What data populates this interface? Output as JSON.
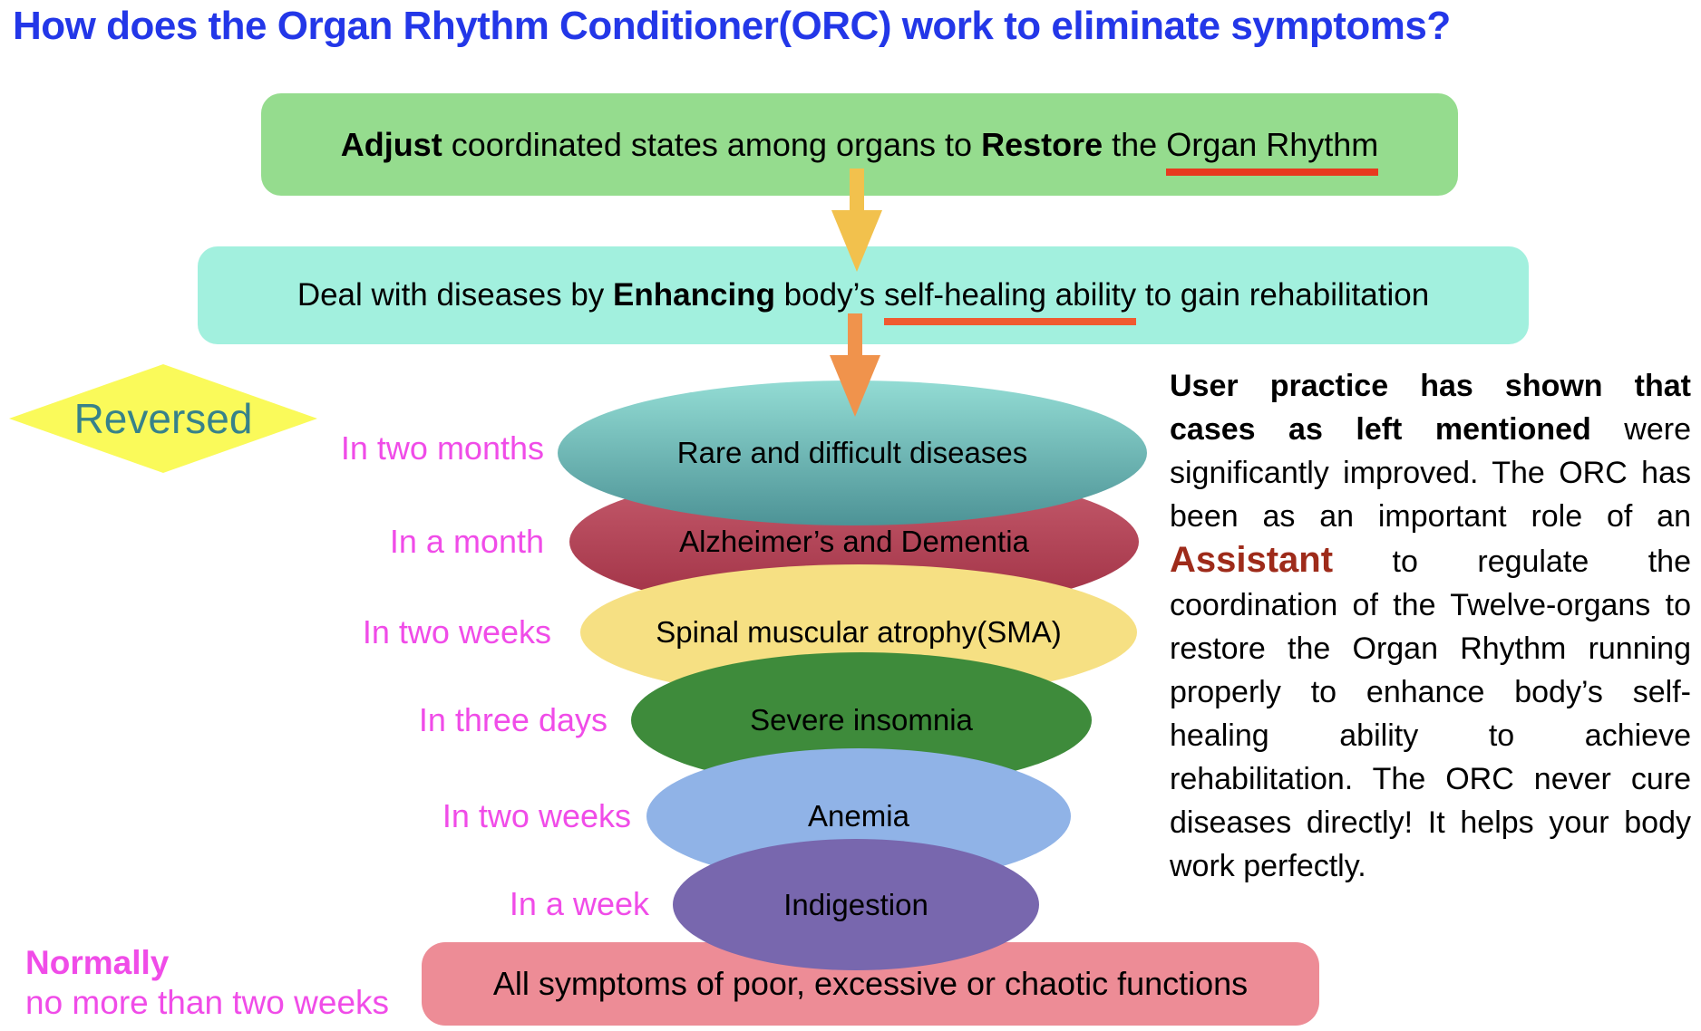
{
  "title": {
    "text": "How does the Organ Rhythm Conditioner(ORC) work to eliminate symptoms?"
  },
  "flow_boxes": {
    "adjust": {
      "bold1": "Adjust",
      "text1": " coordinated states among organs to ",
      "bold2": "Restore",
      "text2": " the ",
      "underlined": "Organ Rhythm"
    },
    "enhance": {
      "text1": "Deal with diseases by ",
      "bold1": "Enhancing",
      "text2": " body’s ",
      "underlined": "self-healing ability",
      "text3": " to gain rehabilitation"
    }
  },
  "reversed_badge": {
    "label": "Reversed"
  },
  "funnel": {
    "rows": [
      {
        "duration": "In two months",
        "disease": "Rare and difficult diseases"
      },
      {
        "duration": "In a month",
        "disease": "Alzheimer’s and Dementia"
      },
      {
        "duration": "In two weeks",
        "disease": "Spinal muscular atrophy(SMA)"
      },
      {
        "duration": "In three days",
        "disease": "Severe insomnia"
      },
      {
        "duration": "In two weeks",
        "disease": "Anemia"
      },
      {
        "duration": "In a week",
        "disease": "Indigestion"
      }
    ]
  },
  "bottom": {
    "label_line1": "Normally",
    "label_line2": "no more than two weeks",
    "box_text": "All symptoms of poor, excessive or chaotic functions"
  },
  "side_note": {
    "bold_intro": "User practice has shown that cases as left mentioned",
    "text1": " were significantly improved. The ORC has been as an important role of an ",
    "highlight": "Assistant",
    "text2": " to regulate the coordination of the Twelve-organs to restore the Organ Rhythm running properly to enhance body’s self-healing ability to achieve rehabilitation. The ORC never cure diseases directly! It helps your body work perfectly."
  },
  "colors": {
    "title-blue": "#2337E8",
    "magenta": "#F04CE8",
    "green-box": "#95DC8E",
    "teal-box": "#A2F0DE",
    "pink-box": "#ED8C96",
    "diamond-yellow": "#FAFA5A",
    "reversed-teal": "#37828A",
    "arrow1": "#F2C14D",
    "arrow2": "#F0934C",
    "underline1": "#E8391F",
    "underline2": "#F05A30",
    "assistant-red": "#9E2B1A",
    "e1-top": "#93DCD4",
    "e1-bottom": "#4D9396",
    "e2-top": "#C75D6E",
    "e2-bottom": "#9E2F43",
    "e3": "#F6E083",
    "e4": "#3E8B3B",
    "e5": "#90B3E7",
    "e6": "#7867AE"
  }
}
